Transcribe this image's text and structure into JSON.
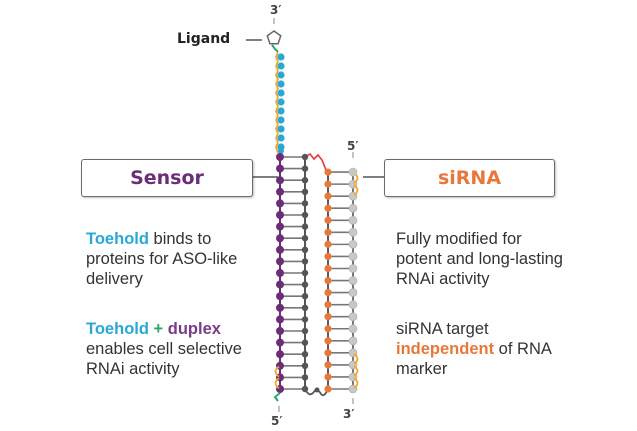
{
  "labels": {
    "ligand": "Ligand",
    "sensor": "Sensor",
    "sirna": "siRNA",
    "prime_top_ligand": "3′",
    "prime_top_sirna": "5′",
    "prime_bottom_sensor": "5′",
    "prime_bottom_sirna": "3′"
  },
  "descriptions": {
    "sensor_1": {
      "highlight": "Toehold",
      "rest_line1": " binds to",
      "line2": "proteins for ASO-like",
      "line3": "delivery"
    },
    "sensor_2": {
      "highlight1": "Toehold",
      "plus": " + ",
      "highlight2": "duplex",
      "line2": "enables cell selective",
      "line3": "RNAi activity"
    },
    "sirna_1": {
      "line1": "Fully modified for",
      "line2": "potent and long-lasting",
      "line3": "RNAi activity"
    },
    "sirna_2": {
      "line1": "siRNA target",
      "highlight": "independent",
      "rest_line2": " of RNA",
      "line3": "marker"
    }
  },
  "colors": {
    "toehold_blue": "#29a8d8",
    "linker_orange": "#f5a623",
    "linker_green": "#2aa86a",
    "sensor_purple": "#6b2c78",
    "sensor_complement_gray": "#555555",
    "sirna_orange": "#e8783a",
    "sirna_light_gray": "#c8c8c8",
    "linker_red": "#e53935",
    "backbone_gray": "#666666"
  },
  "structure": {
    "toehold_nucleotides": 11,
    "sensor_duplex_pairs": 21,
    "sirna_duplex_pairs": 19,
    "sensor_bottom_modified_positions": 2,
    "sirna_top_modified_positions": 2,
    "sirna_bottom_modified_positions": 3
  }
}
